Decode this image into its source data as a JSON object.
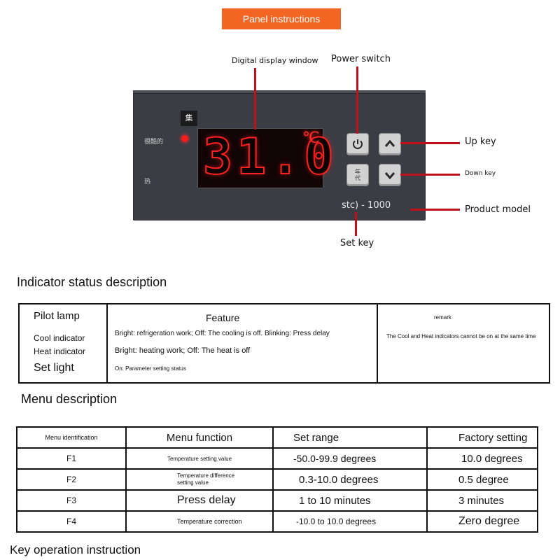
{
  "banner": {
    "label": "Panel instructions",
    "color": "#f26522"
  },
  "callouts": {
    "display_window": "Digital display window",
    "power_switch": "Power switch",
    "up_key": "Up key",
    "down_key": "Down key",
    "product_model": "Product model",
    "set_key": "Set key"
  },
  "device": {
    "tab_glyph": "集",
    "cool_label": "很酷的",
    "heat_label": "热",
    "reading": "31.0",
    "unit": "℃",
    "set_key_label": "年代",
    "model": "stc) - 1000",
    "display_color": "#ff2020"
  },
  "indicator_section": {
    "heading": "Indicator status description",
    "headers": {
      "lamp": "Pilot lamp",
      "feature": "Feature",
      "remark": "remark"
    },
    "lamps": {
      "cool": "Cool indicator",
      "heat": "Heat indicator",
      "set": "Set light"
    },
    "features": {
      "cool": "Bright: refrigeration work; Off: The cooling is off. Blinking: Press delay",
      "heat": "Bright: heating work; Off: The heat is off",
      "set": "On: Parameter setting status"
    },
    "remark_text": "The Cool and Heat indicators cannot be on at the same time"
  },
  "menu_section": {
    "heading": "Menu description",
    "headers": {
      "id": "Menu identification",
      "function": "Menu function",
      "range": "Set range",
      "factory": "Factory setting"
    },
    "rows": [
      {
        "id": "F1",
        "function": "Temperature setting value",
        "range": "-50.0-99.9 degrees",
        "factory": "10.0 degrees"
      },
      {
        "id": "F2",
        "function": "Temperature difference setting value",
        "range": "0.3-10.0 degrees",
        "factory": "0.5 degree"
      },
      {
        "id": "F3",
        "function": "Press delay",
        "range": "1 to 10 minutes",
        "factory": "3 minutes"
      },
      {
        "id": "F4",
        "function": "Temperature correction",
        "range": "-10.0 to 10.0 degrees",
        "factory": "Zero degree"
      }
    ]
  },
  "key_section": {
    "heading": "Key operation instruction"
  }
}
